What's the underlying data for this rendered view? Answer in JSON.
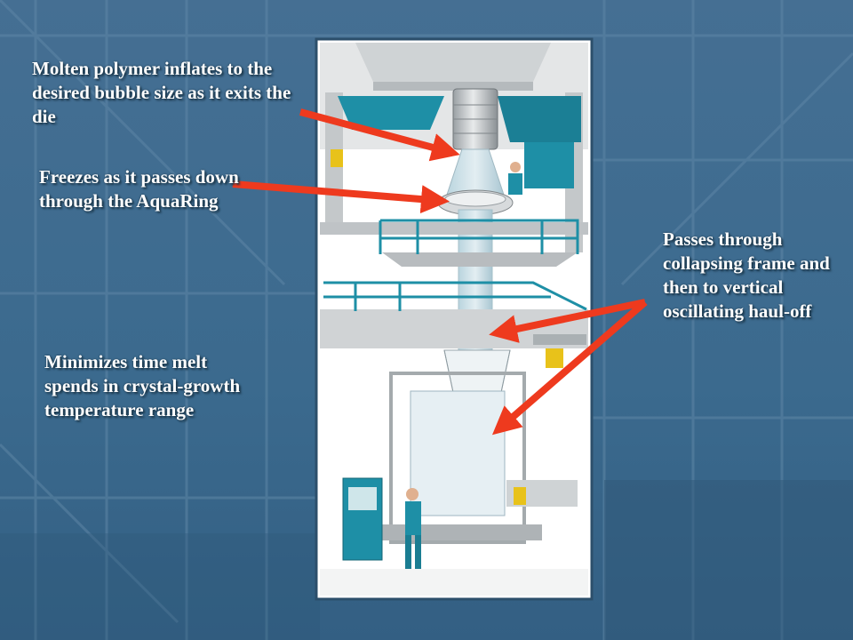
{
  "slide": {
    "callouts": [
      {
        "id": "die",
        "text": "Molten polymer inflates to the desired bubble size as it exits the die"
      },
      {
        "id": "aquaring",
        "text": "Freezes as it passes down through the AquaRing"
      },
      {
        "id": "collapsing",
        "text": "Passes through collapsing frame and then to vertical oscillating haul-off"
      },
      {
        "id": "crystal",
        "text": "Minimizes time melt spends in crystal-growth temperature range"
      }
    ]
  },
  "colors": {
    "background": "#3f6f93",
    "arrow": "#ee3a1e",
    "machine_teal": "#1e8fa6",
    "steel_grey": "#c9ccce",
    "text": "#ffffff"
  }
}
